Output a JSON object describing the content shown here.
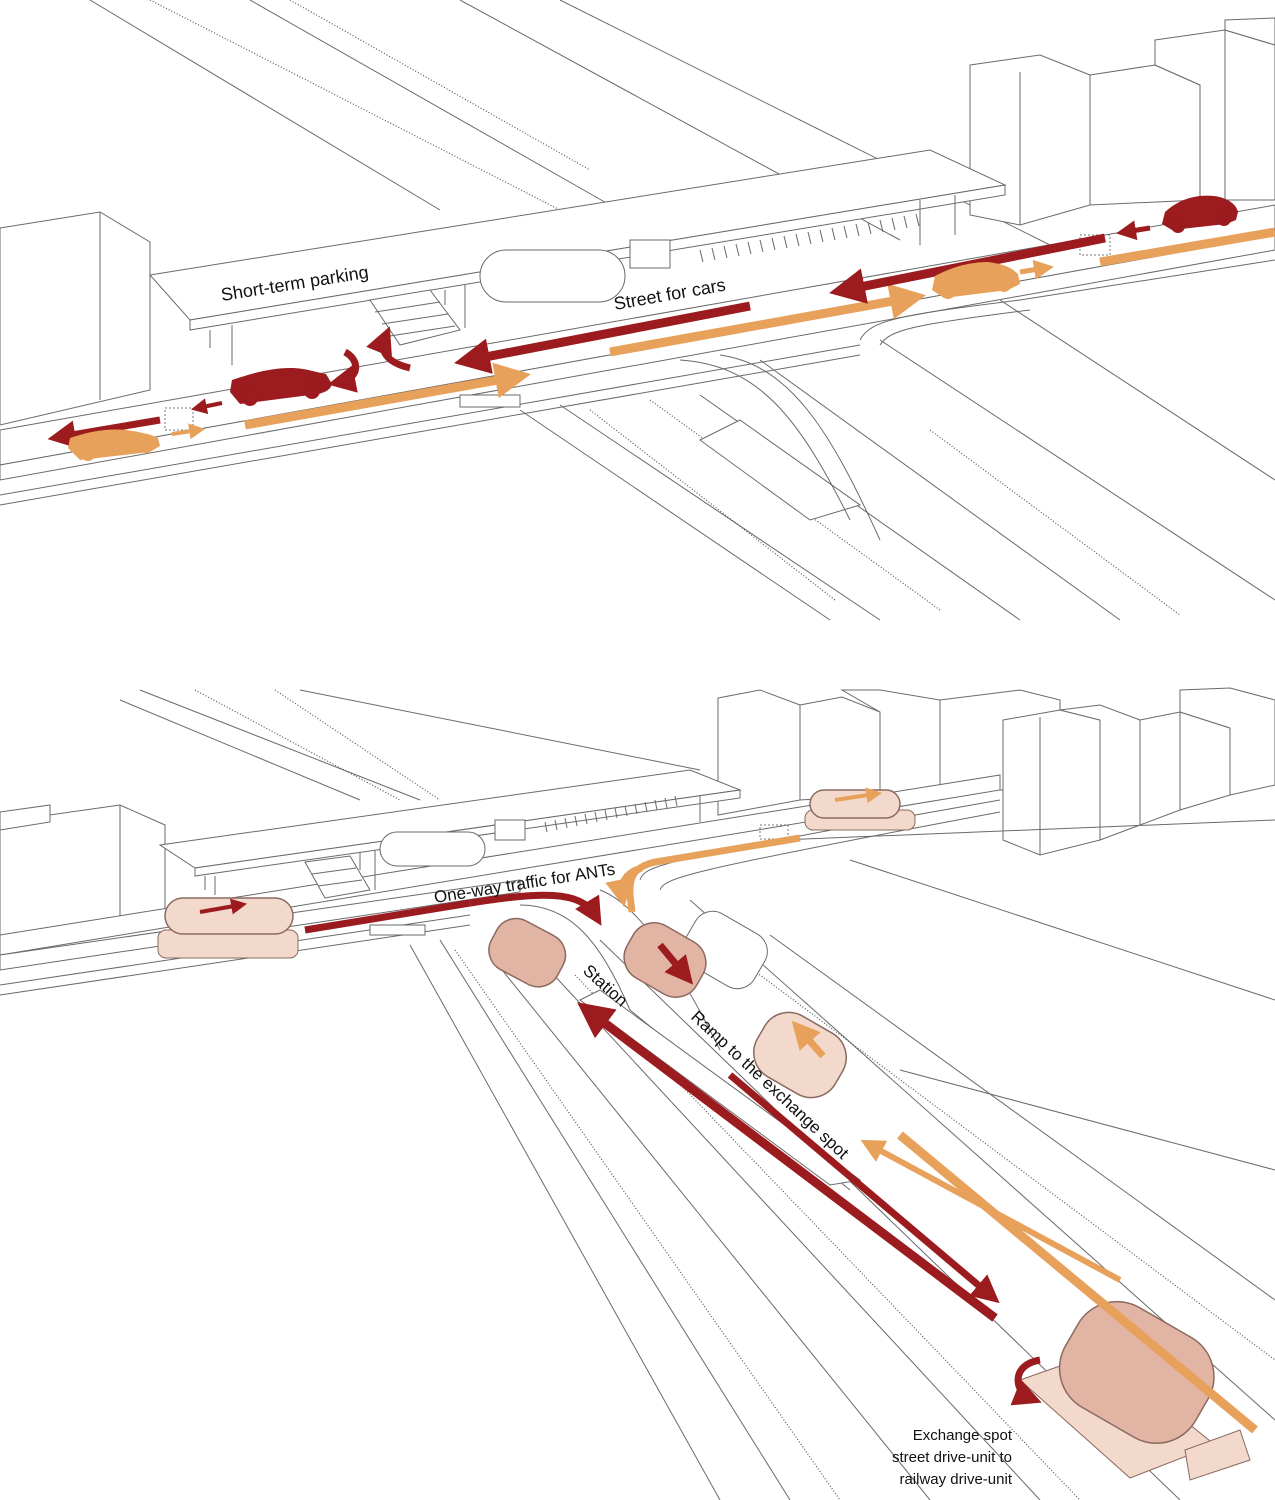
{
  "colors": {
    "car_dark": "#9b1b1e",
    "car_orange": "#e8a15a",
    "pod_fill": "#f3d9cc",
    "pod_fill_dark": "#e2b4a4",
    "line": "#6a6a6a",
    "background": "#ffffff"
  },
  "top_panel": {
    "labels": {
      "parking": "Short-term parking",
      "street": "Street for cars"
    }
  },
  "bottom_panel": {
    "labels": {
      "one_way": "One-way traffic for ANTs",
      "station": "Station",
      "ramp": "Ramp to the exchange spot",
      "exchange_line1": "Exchange spot",
      "exchange_line2": "street drive-unit to",
      "exchange_line3": "railway drive-unit"
    }
  }
}
